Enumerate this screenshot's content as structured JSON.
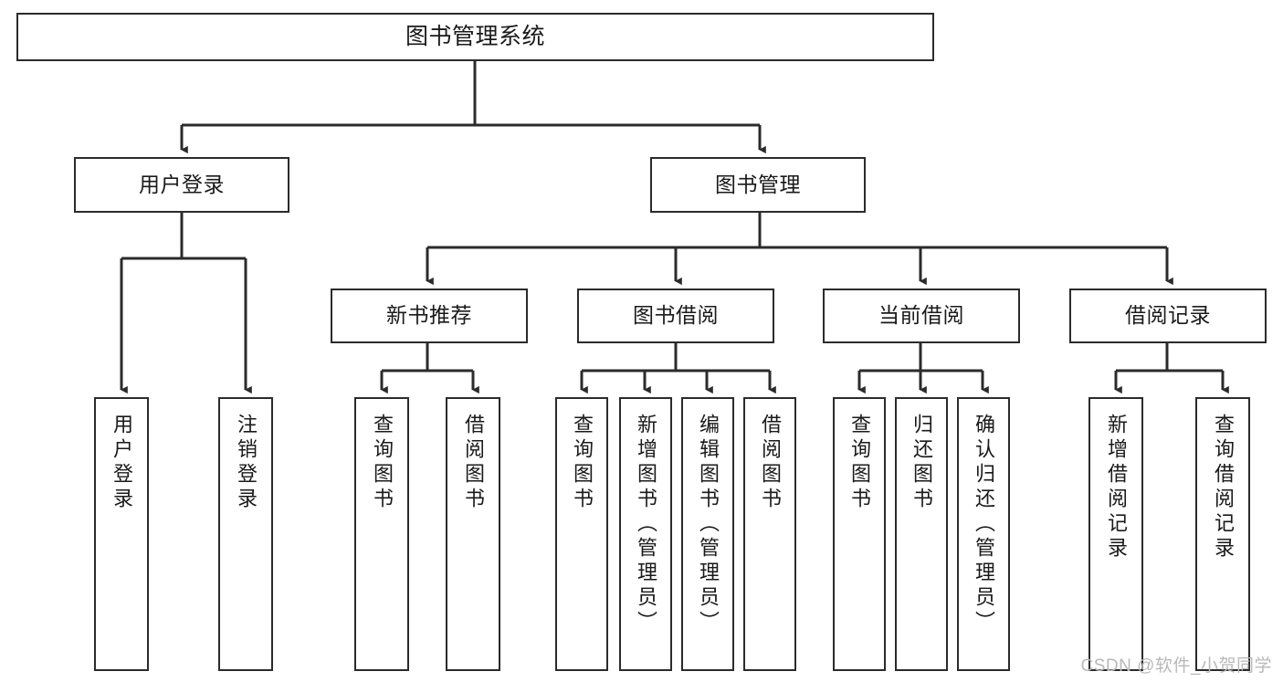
{
  "diagram": {
    "type": "tree-hierarchy",
    "title": "图书管理系统",
    "root": {
      "id": "root",
      "label": "图书管理系统",
      "orientation": "horizontal"
    },
    "level2": [
      {
        "id": "user-login",
        "label": "用户登录",
        "orientation": "horizontal"
      },
      {
        "id": "book-management",
        "label": "图书管理",
        "orientation": "horizontal"
      }
    ],
    "level3": [
      {
        "id": "new-book-recommend",
        "label": "新书推荐",
        "orientation": "horizontal",
        "parent": "book-management"
      },
      {
        "id": "book-borrow",
        "label": "图书借阅",
        "orientation": "horizontal",
        "parent": "book-management"
      },
      {
        "id": "current-borrow",
        "label": "当前借阅",
        "orientation": "horizontal",
        "parent": "book-management"
      },
      {
        "id": "borrow-record",
        "label": "借阅记录",
        "orientation": "horizontal",
        "parent": "book-management"
      }
    ],
    "leaves": [
      {
        "id": "leaf-user-login",
        "label": "用户登录",
        "orientation": "vertical",
        "parent": "user-login"
      },
      {
        "id": "leaf-user-logout",
        "label": "注销登录",
        "orientation": "vertical",
        "parent": "user-login"
      },
      {
        "id": "leaf-query-book-1",
        "label": "查询图书",
        "orientation": "vertical",
        "parent": "new-book-recommend"
      },
      {
        "id": "leaf-borrow-book-1",
        "label": "借阅图书",
        "orientation": "vertical",
        "parent": "new-book-recommend"
      },
      {
        "id": "leaf-query-book-2",
        "label": "查询图书",
        "orientation": "vertical",
        "parent": "book-borrow"
      },
      {
        "id": "leaf-add-book",
        "label": "新增图书（管理员）",
        "orientation": "vertical",
        "parent": "book-borrow"
      },
      {
        "id": "leaf-edit-book",
        "label": "编辑图书（管理员）",
        "orientation": "vertical",
        "parent": "book-borrow"
      },
      {
        "id": "leaf-borrow-book-2",
        "label": "借阅图书",
        "orientation": "vertical",
        "parent": "book-borrow"
      },
      {
        "id": "leaf-query-book-3",
        "label": "查询图书",
        "orientation": "vertical",
        "parent": "current-borrow"
      },
      {
        "id": "leaf-return-book",
        "label": "归还图书",
        "orientation": "vertical",
        "parent": "current-borrow"
      },
      {
        "id": "leaf-confirm-return",
        "label": "确认归还（管理员）",
        "orientation": "vertical",
        "parent": "current-borrow"
      },
      {
        "id": "leaf-add-record",
        "label": "新增借阅记录",
        "orientation": "vertical",
        "parent": "borrow-record"
      },
      {
        "id": "leaf-query-record",
        "label": "查询借阅记录",
        "orientation": "vertical",
        "parent": "borrow-record"
      }
    ],
    "colors": {
      "stroke": "#2b2b2b",
      "fill": "#ffffff",
      "text": "#1a1a1a",
      "watermark": "#b9b9b9"
    }
  },
  "watermark": {
    "text": "CSDN @软件_小贺同学"
  }
}
